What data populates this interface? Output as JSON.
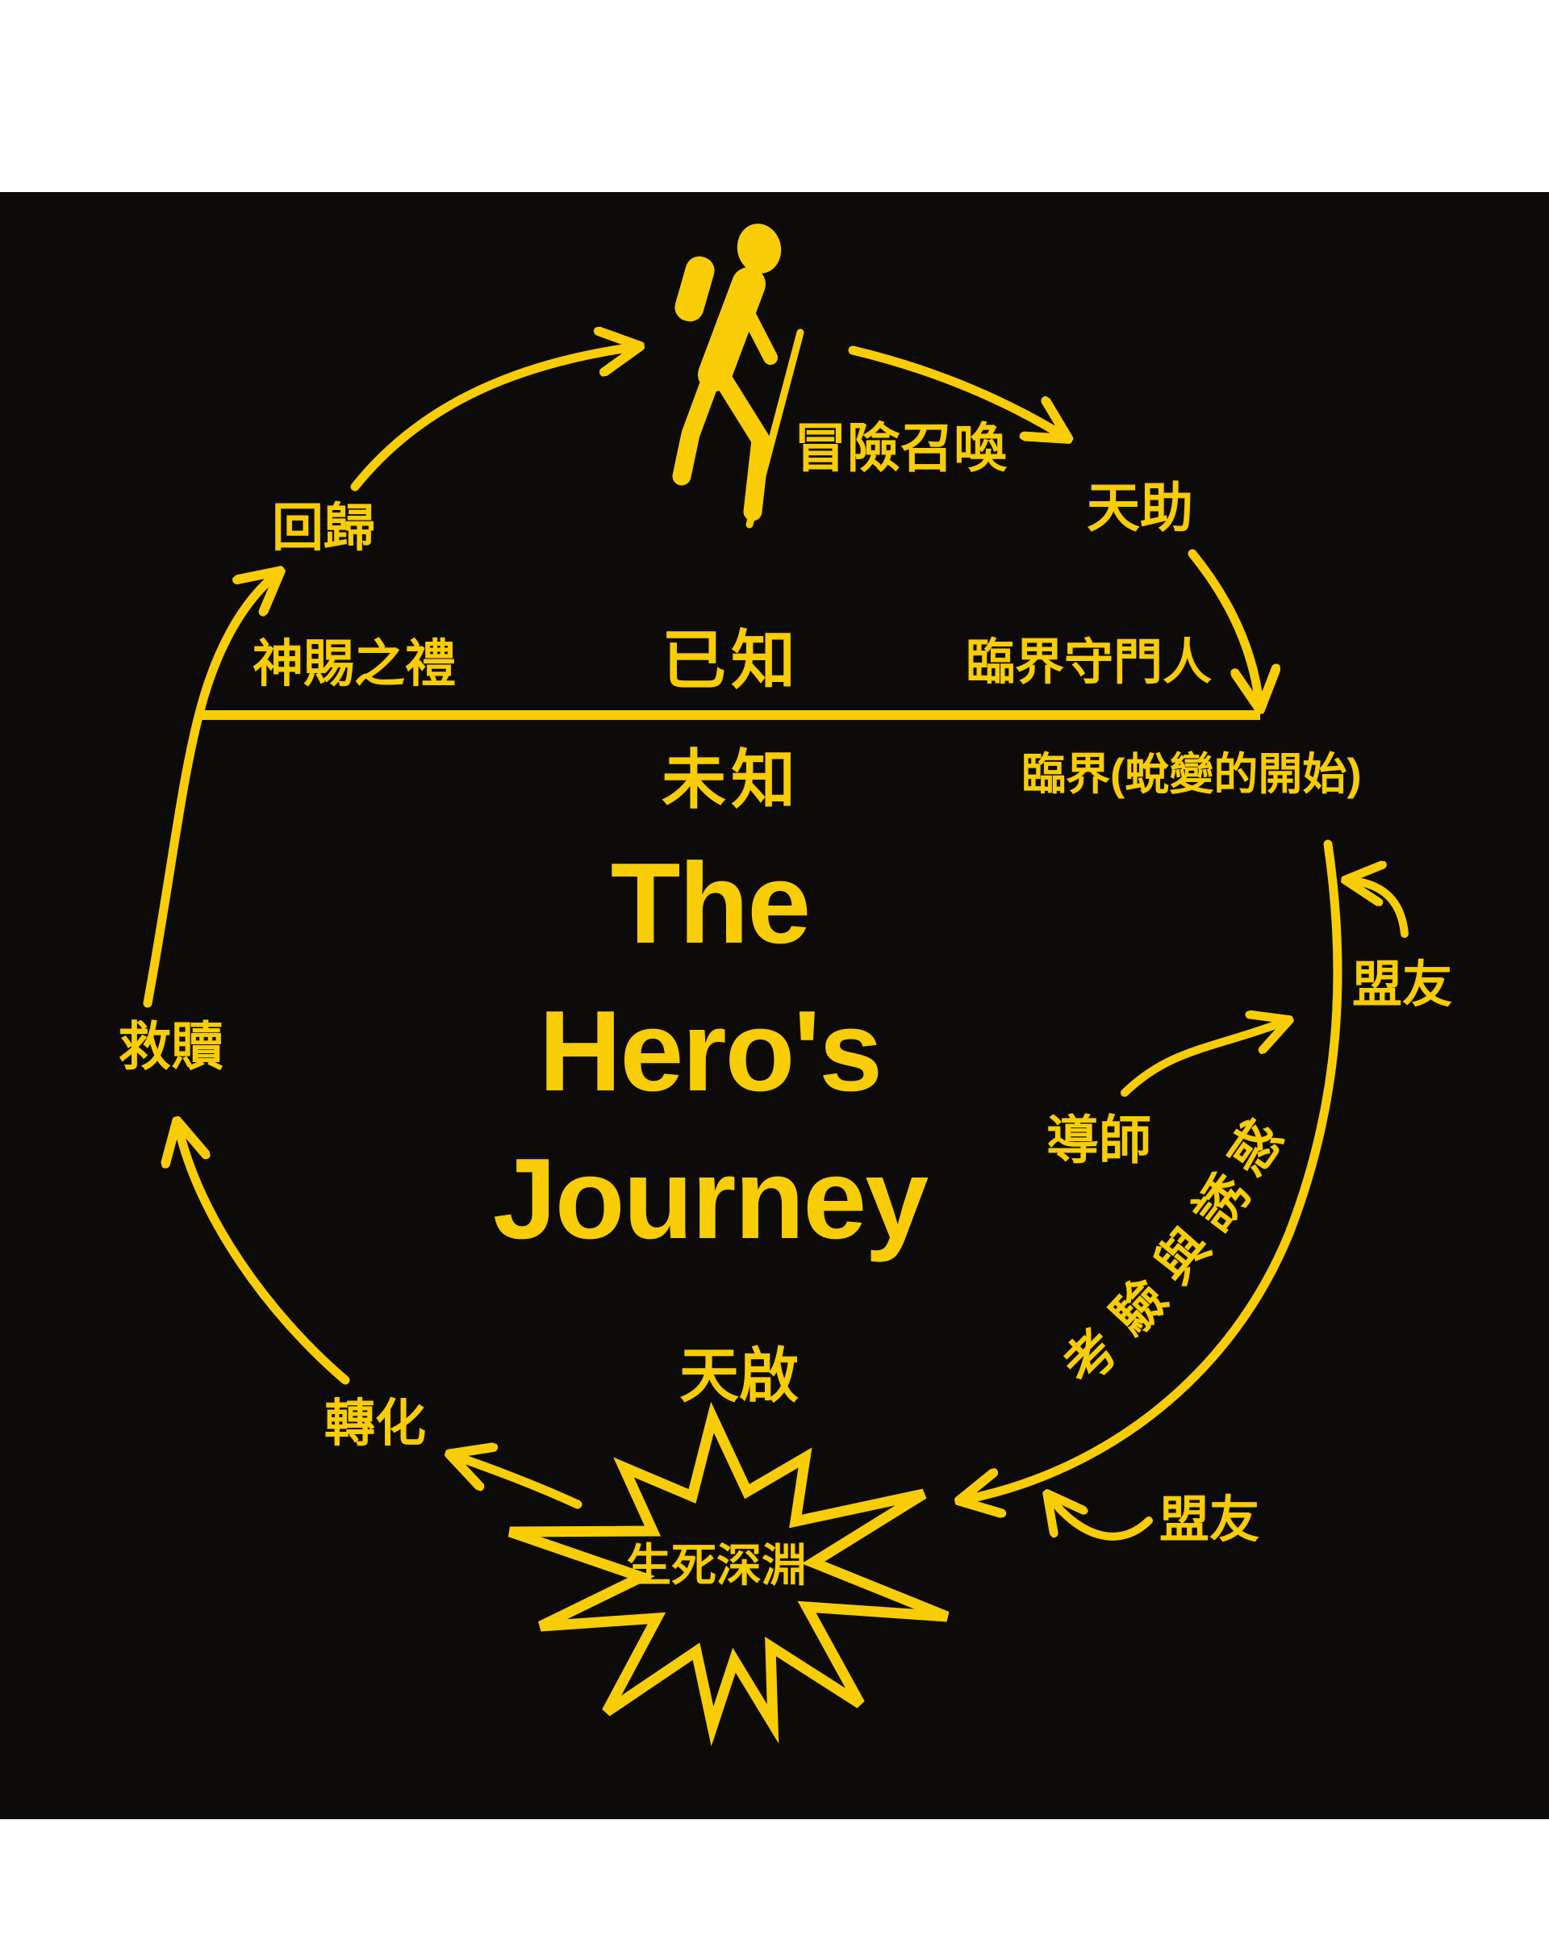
{
  "design": {
    "colors": {
      "ink": "#F8CD05",
      "fabric": "#0C0B09",
      "matte": "#FFFFFF"
    },
    "title_lines": [
      "The",
      "Hero's",
      "Journey"
    ],
    "labels": {
      "call_to_adventure": "冒險召喚",
      "supernatural_aid": "天助",
      "threshold_guardian": "臨界守門人",
      "known": "已知",
      "unknown": "未知",
      "threshold": "臨界(蛻變的開始)",
      "allies_upper": "盟友",
      "mentor": "導師",
      "tests_temptations": [
        "考",
        "驗",
        "與",
        "誘",
        "惑"
      ],
      "allies_lower": "盟友",
      "abyss": "生死深淵",
      "revelation": "天啟",
      "transformation": "轉化",
      "atonement": "救贖",
      "gift_of_goddess": "神賜之禮",
      "return": "回歸"
    }
  }
}
